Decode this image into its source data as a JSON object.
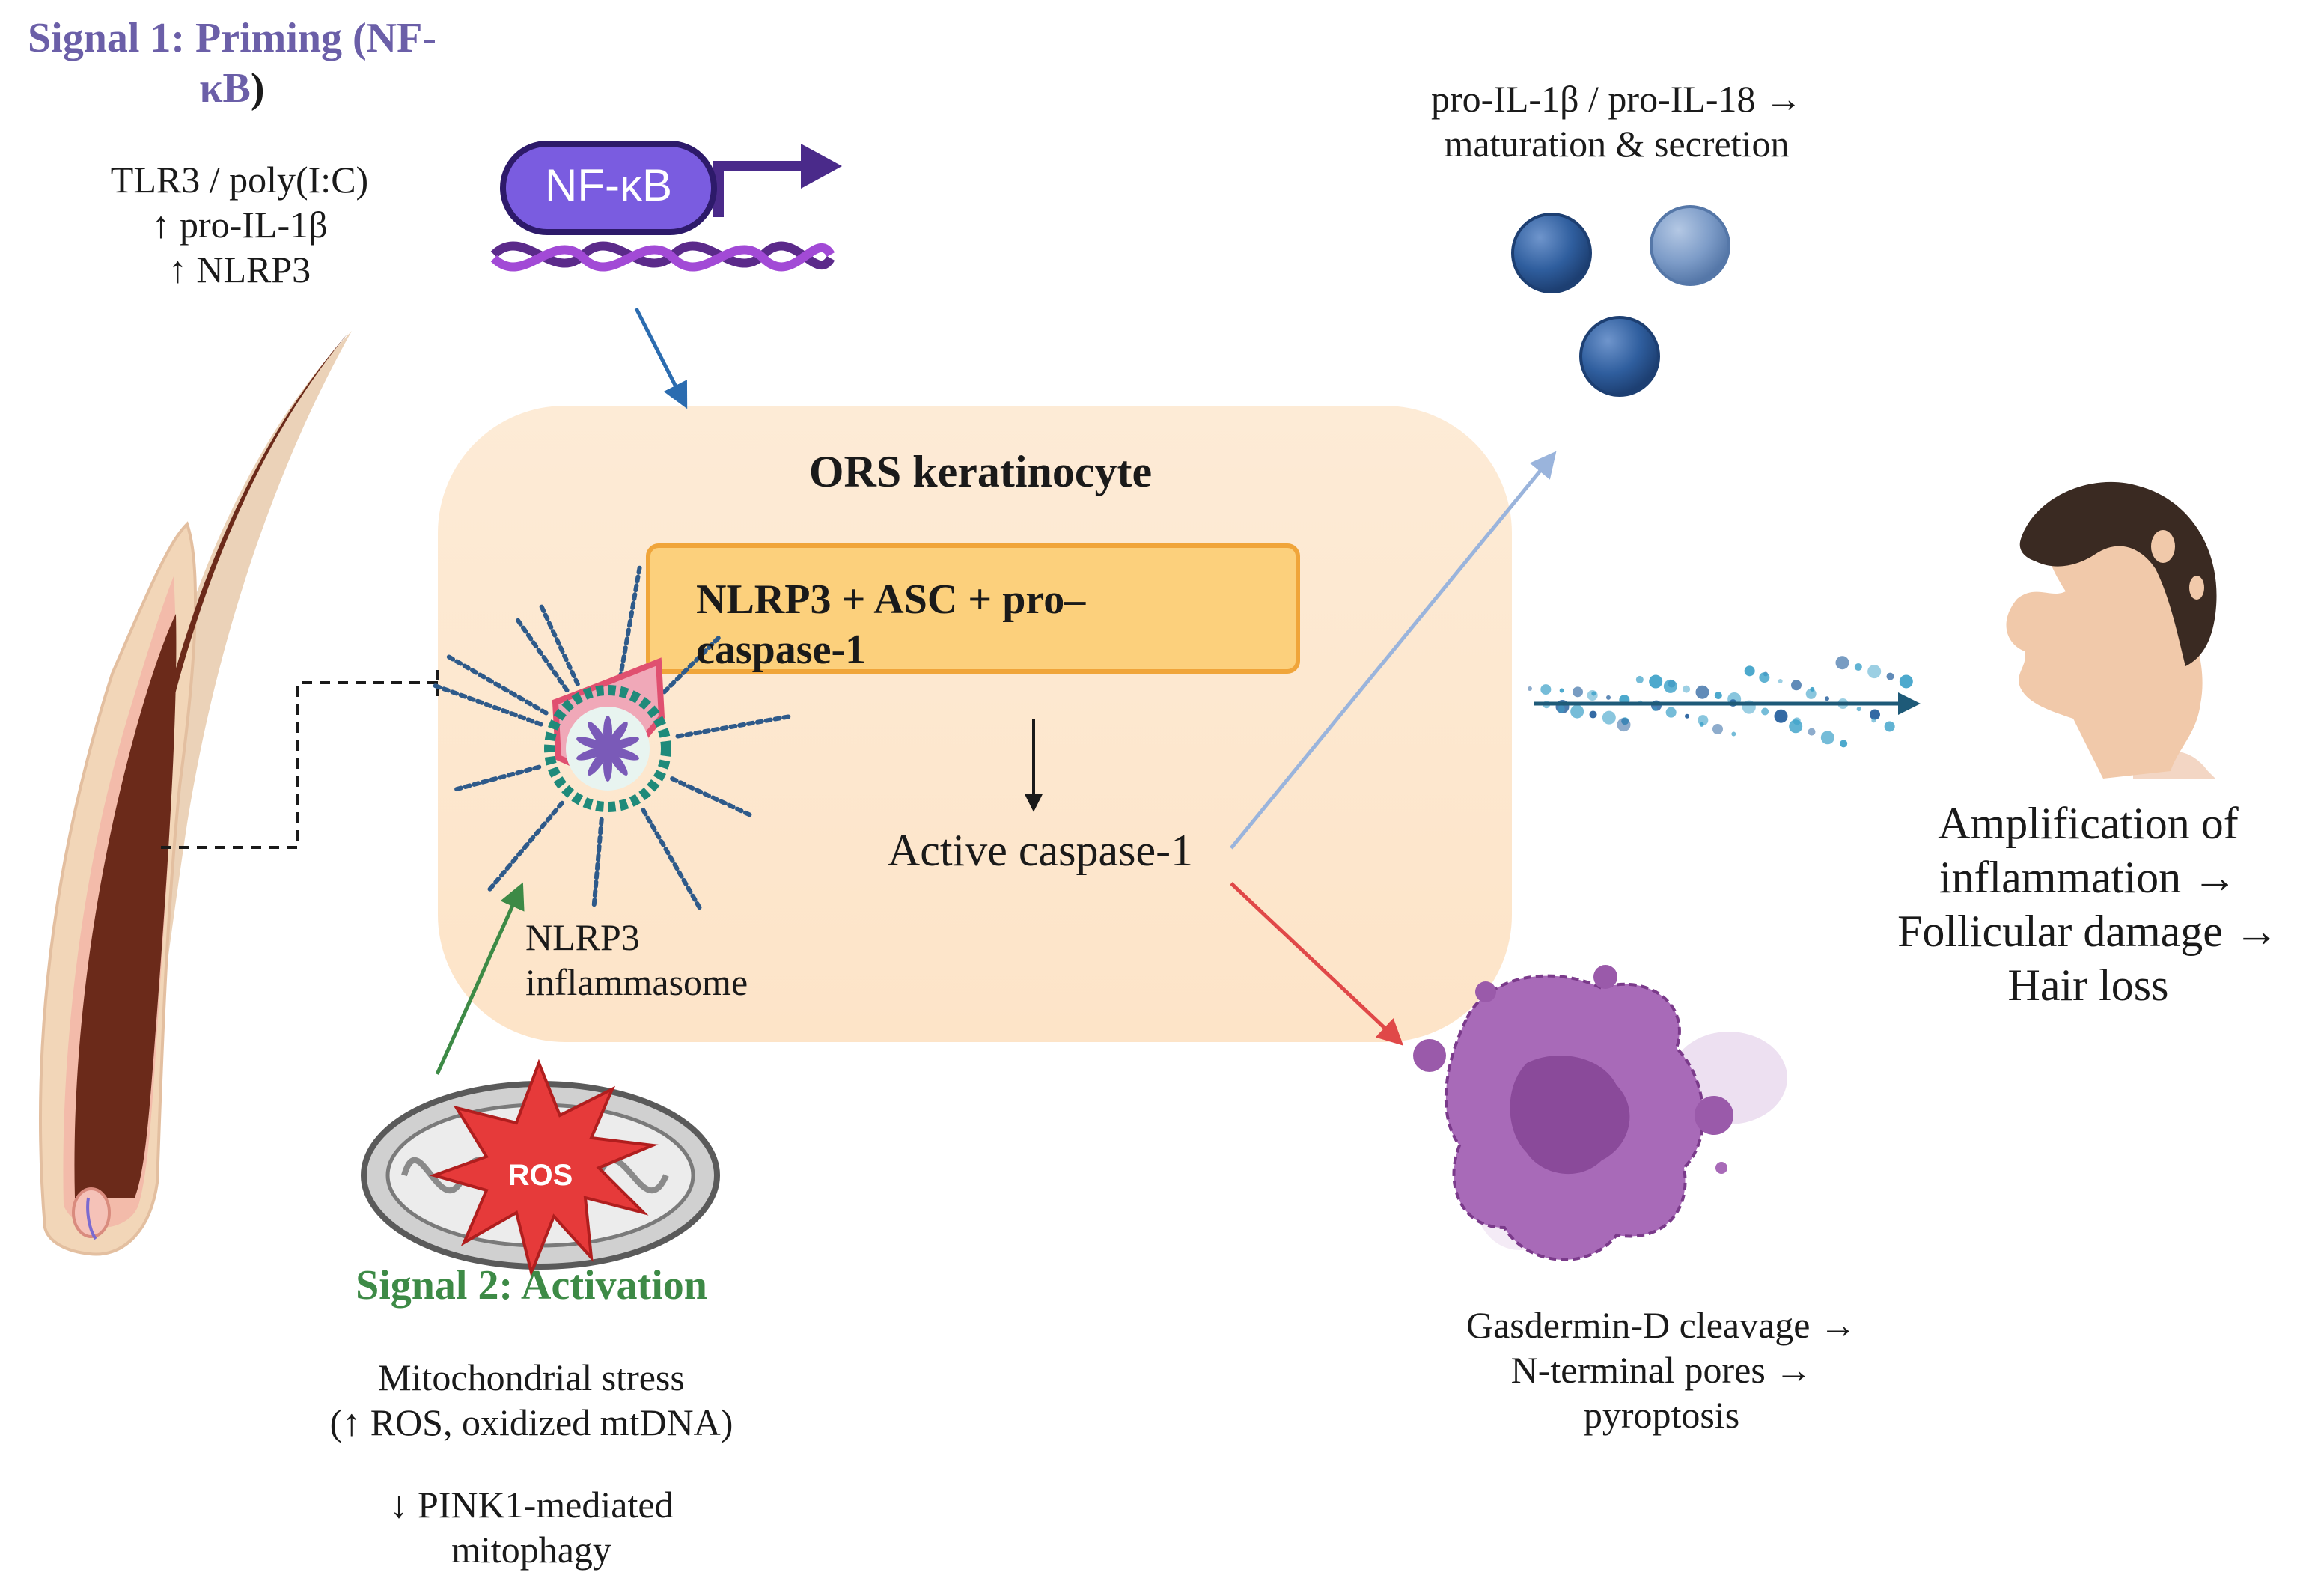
{
  "signal1": {
    "title_line1": "Signal 1: Priming (NF-",
    "title_line2": "κB",
    "title_close": ")",
    "lines": [
      "TLR3 / poly(I:C)",
      "↑ pro-IL-1β",
      "↑ NLRP3"
    ]
  },
  "nfkb_label": "NF-κB",
  "cytokines": {
    "lines": [
      "pro-IL-1β / pro-IL-18 →",
      "maturation & secretion"
    ]
  },
  "cell": {
    "title": "ORS keratinocyte",
    "complex_lines": [
      "NLRP3 + ASC + pro–",
      "caspase-1"
    ],
    "active_caspase": "Active caspase-1",
    "inflammasome_lines": [
      "NLRP3",
      "inflammasome"
    ]
  },
  "ros_label": "ROS",
  "signal2": {
    "title": "Signal 2: Activation",
    "stress_lines": [
      "Mitochondrial stress",
      "(↑ ROS, oxidized mtDNA)"
    ],
    "mitophagy_lines": [
      "↓ PINK1-mediated",
      "mitophagy"
    ]
  },
  "pyroptosis": {
    "lines": [
      "Gasdermin-D cleavage →",
      "N-terminal pores →",
      "pyroptosis"
    ]
  },
  "outcome": {
    "lines": [
      "Amplification of",
      "inflammation →",
      "Follicular damage →",
      "Hair loss"
    ]
  },
  "colors": {
    "signal1": "#6b5fa8",
    "signal2": "#3d8a46",
    "cell_fill": "#fdebd6",
    "complex_fill": "#fcd07c",
    "complex_border": "#f0a53a",
    "nfkb_fill": "#7a5ce0",
    "arrow_blue": "#2b6cb0",
    "arrow_lightblue": "#9ab4dc",
    "arrow_red": "#e04848",
    "arrow_green": "#3d8a46",
    "arrow_teal": "#1e5a78",
    "ros_red": "#e63a3a"
  }
}
